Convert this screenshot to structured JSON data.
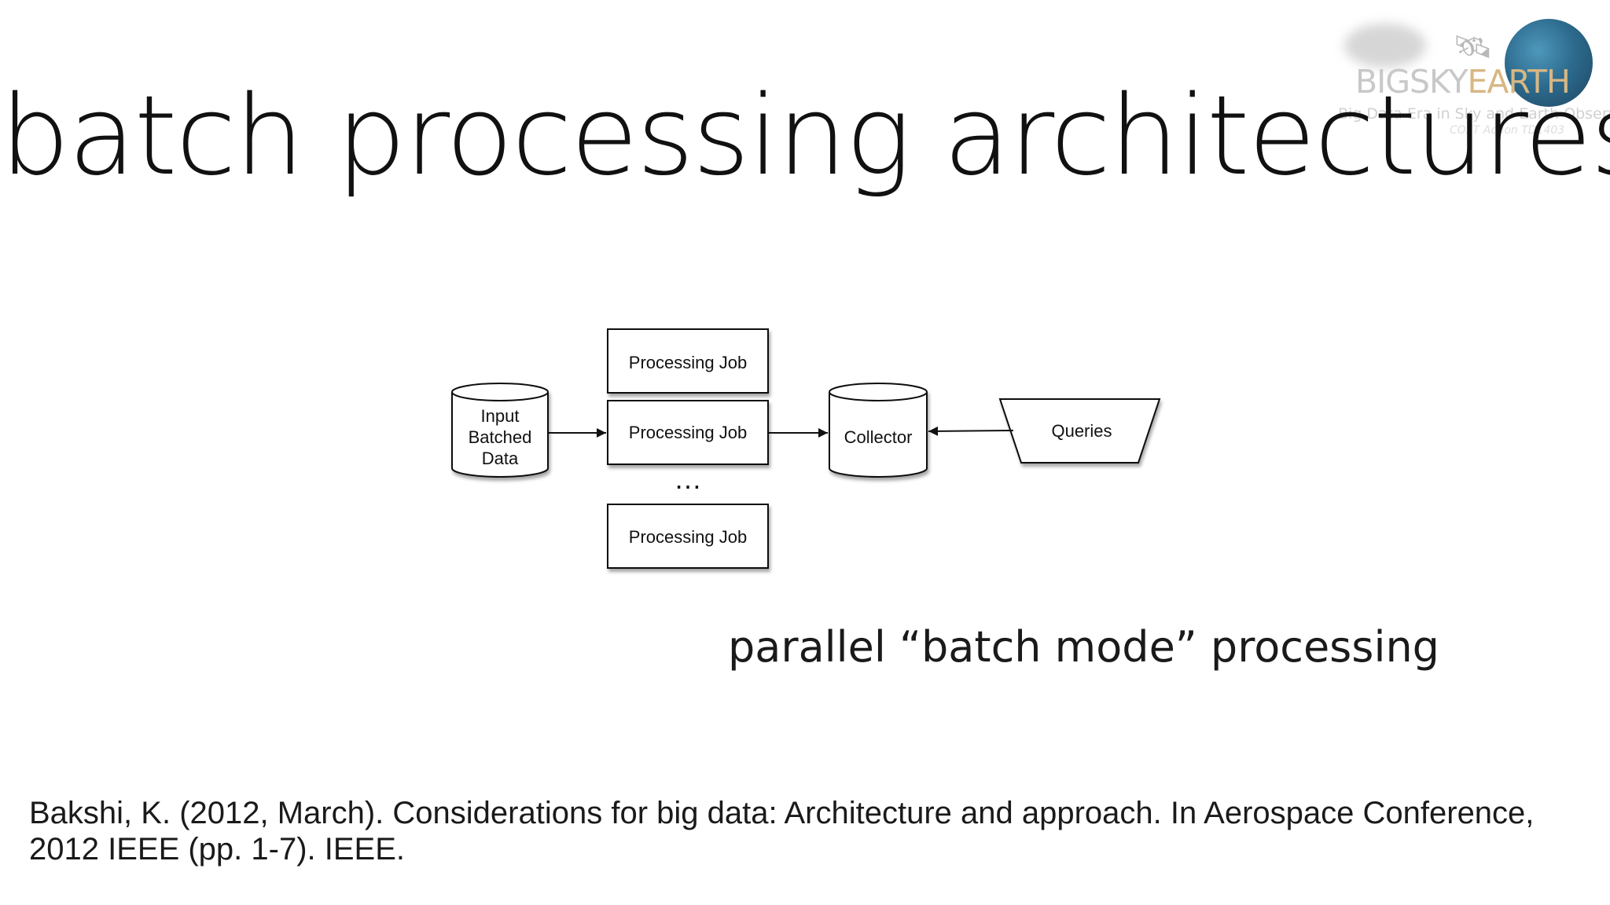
{
  "slide": {
    "title": "batch processing architectures",
    "caption": "parallel “batch mode” processing",
    "reference": "Bakshi, K. (2012, March). Considerations for big data: Architecture and approach. In Aerospace Conference, 2012 IEEE (pp. 1-7). IEEE."
  },
  "logo": {
    "name_part1": "BIGSKY",
    "name_part2": "EARTH",
    "tagline": "Big Data Era in Sky and Earth Observation",
    "subtagline": "COST Action TD1403",
    "colors": {
      "gray": "#c8c8c8",
      "gold": "#d8b784",
      "globe": "#1b5f85"
    }
  },
  "diagram": {
    "input": {
      "line1": "Input",
      "line2": "Batched",
      "line3": "Data"
    },
    "jobs": [
      "Processing Job",
      "Processing Job",
      "Processing Job"
    ],
    "ellipsis": "…",
    "collector": "Collector",
    "queries": "Queries"
  }
}
